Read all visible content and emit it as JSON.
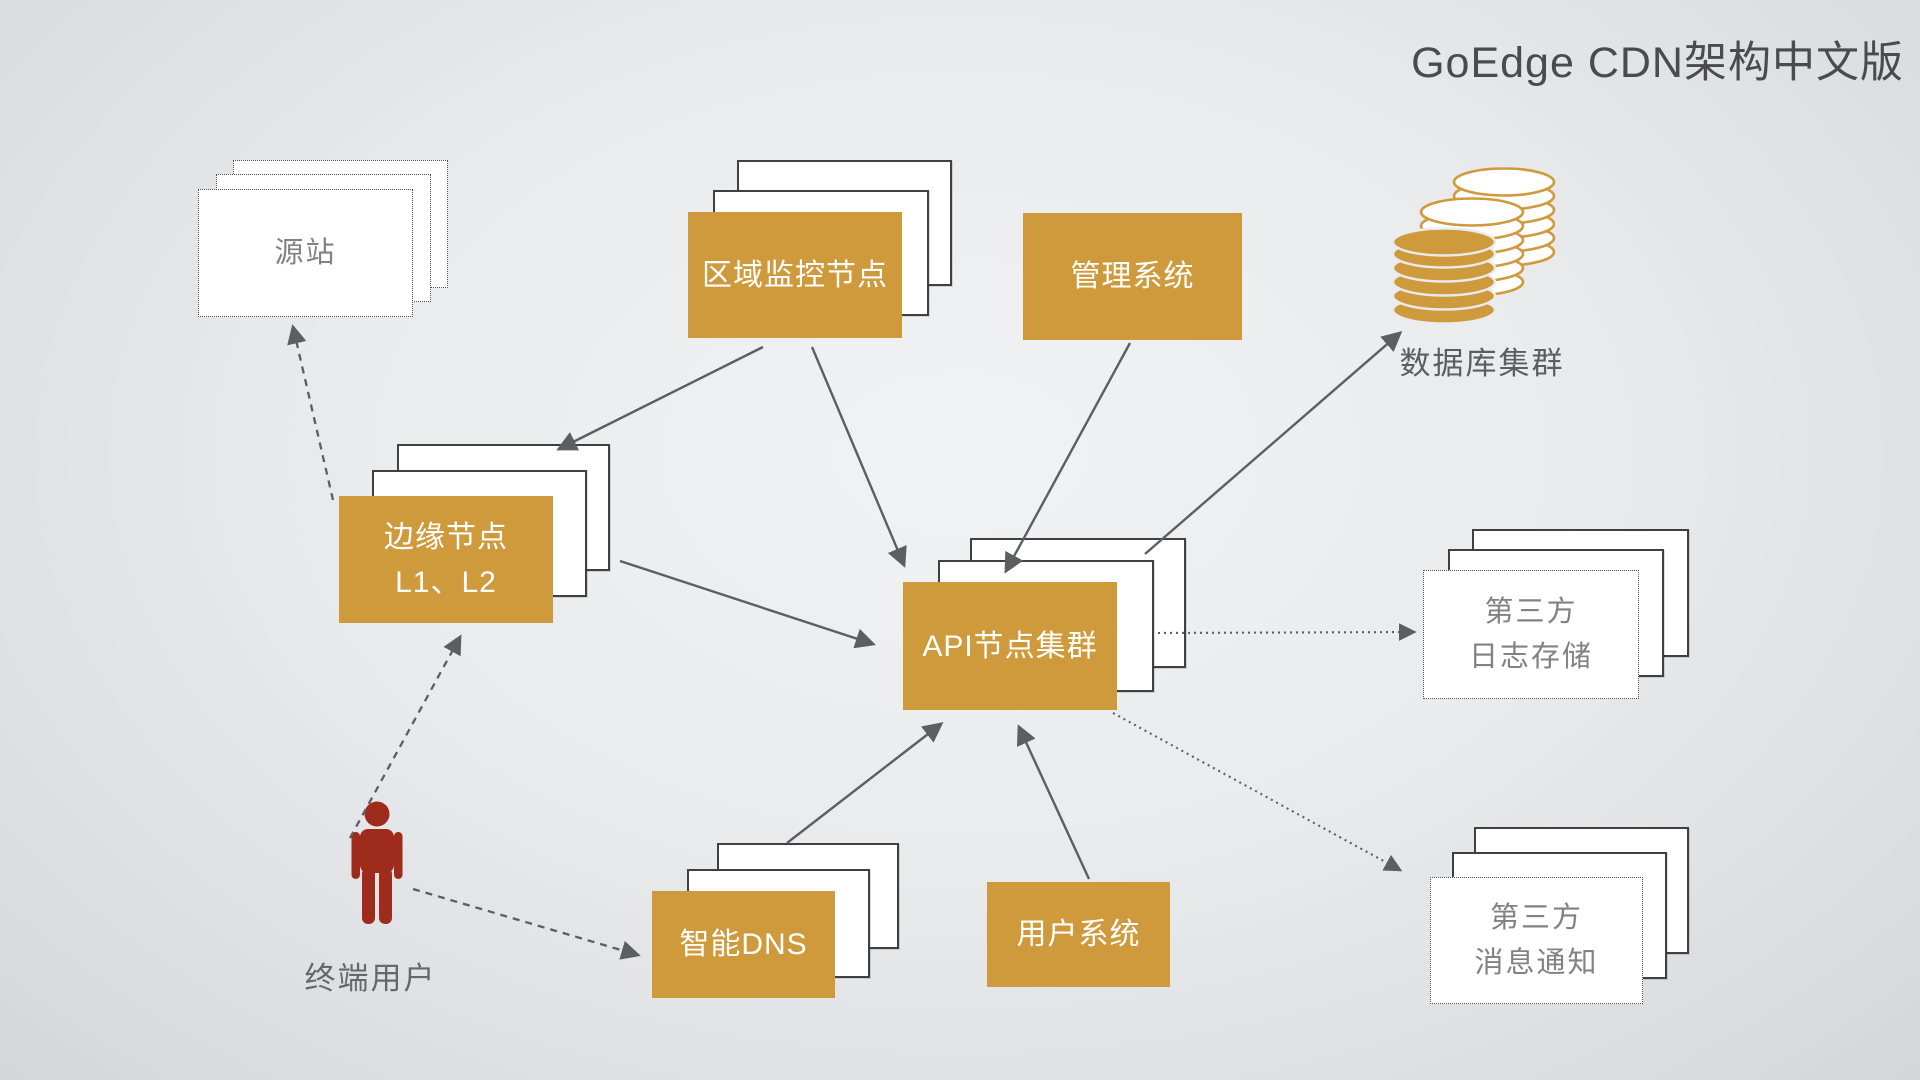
{
  "title": "GoEdge CDN架构中文版",
  "colors": {
    "accent_orange": "#ce9a3c",
    "person_red": "#9e2b1b",
    "arrow_gray": "#5b5e63",
    "box_border_dark": "#3f4042"
  },
  "nodes": {
    "origin": {
      "label": "源站"
    },
    "monitor": {
      "label": "区域监控节点"
    },
    "admin": {
      "label": "管理系统"
    },
    "database": {
      "label": "数据库集群"
    },
    "edge": {
      "label_line1": "边缘节点",
      "label_line2": "L1、L2"
    },
    "api": {
      "label": "API节点集群"
    },
    "log_storage": {
      "label_line1": "第三方",
      "label_line2": "日志存储"
    },
    "dns": {
      "label": "智能DNS"
    },
    "user_system": {
      "label": "用户系统"
    },
    "message_notify": {
      "label_line1": "第三方",
      "label_line2": "消息通知"
    },
    "end_user": {
      "label": "终端用户"
    }
  },
  "edges": [
    {
      "from": "区域监控节点",
      "to": "边缘节点",
      "style": "solid"
    },
    {
      "from": "区域监控节点",
      "to": "API节点集群",
      "style": "solid"
    },
    {
      "from": "管理系统",
      "to": "API节点集群",
      "style": "solid"
    },
    {
      "from": "API节点集群",
      "to": "数据库集群",
      "style": "solid"
    },
    {
      "from": "边缘节点",
      "to": "API节点集群",
      "style": "solid"
    },
    {
      "from": "智能DNS",
      "to": "API节点集群",
      "style": "solid"
    },
    {
      "from": "用户系统",
      "to": "API节点集群",
      "style": "solid"
    },
    {
      "from": "边缘节点",
      "to": "源站",
      "style": "dashed"
    },
    {
      "from": "终端用户",
      "to": "边缘节点",
      "style": "dashed"
    },
    {
      "from": "终端用户",
      "to": "智能DNS",
      "style": "dashed"
    },
    {
      "from": "API节点集群",
      "to": "第三方日志存储",
      "style": "dotted"
    },
    {
      "from": "API节点集群",
      "to": "第三方消息通知",
      "style": "dotted"
    }
  ]
}
